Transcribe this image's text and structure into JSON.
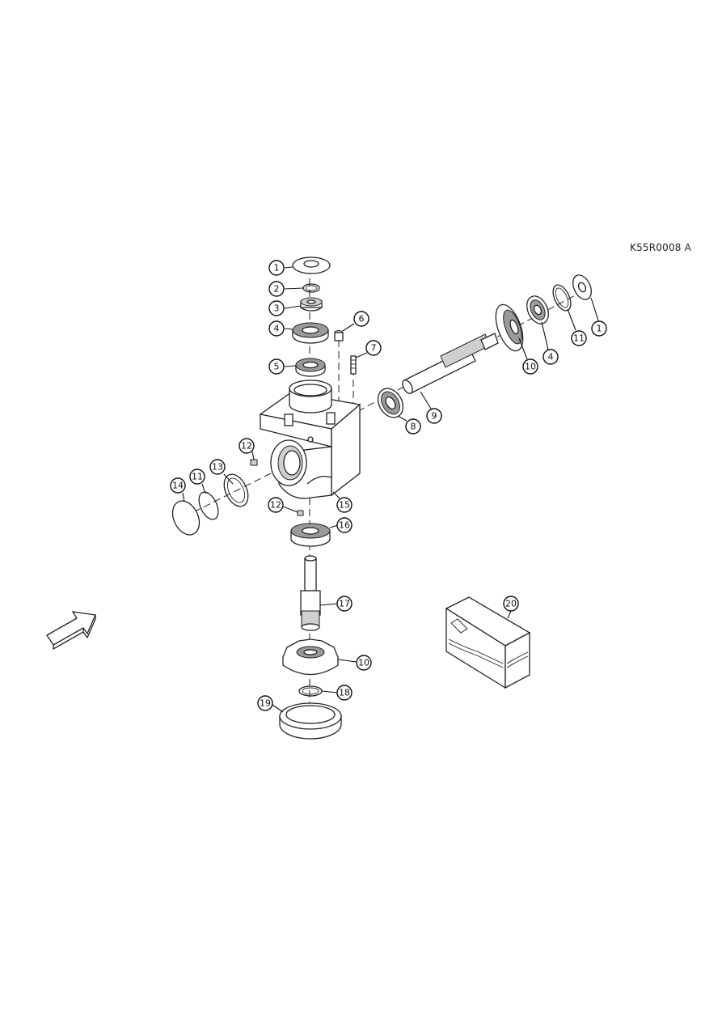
{
  "diagram": {
    "code": "K55R0008 A",
    "callouts": [
      {
        "num": "1"
      },
      {
        "num": "2"
      },
      {
        "num": "3"
      },
      {
        "num": "4"
      },
      {
        "num": "5"
      },
      {
        "num": "6"
      },
      {
        "num": "7"
      },
      {
        "num": "1"
      },
      {
        "num": "11"
      },
      {
        "num": "4"
      },
      {
        "num": "10"
      },
      {
        "num": "9"
      },
      {
        "num": "8"
      },
      {
        "num": "12"
      },
      {
        "num": "13"
      },
      {
        "num": "11"
      },
      {
        "num": "14"
      },
      {
        "num": "15"
      },
      {
        "num": "12"
      },
      {
        "num": "16"
      },
      {
        "num": "17"
      },
      {
        "num": "10"
      },
      {
        "num": "18"
      },
      {
        "num": "19"
      },
      {
        "num": "20"
      }
    ]
  }
}
